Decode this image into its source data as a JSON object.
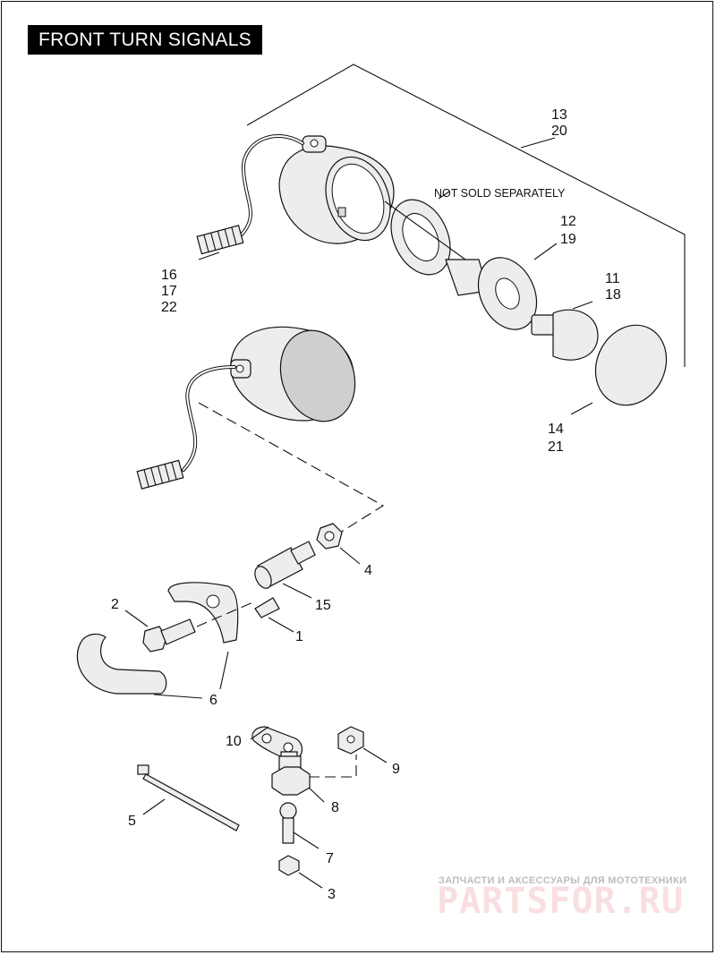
{
  "title": "FRONT TURN SIGNALS",
  "note": "NOT SOLD SEPARATELY",
  "callouts": {
    "c13": "13",
    "c20": "20",
    "c12": "12",
    "c19": "19",
    "c11": "11",
    "c18": "18",
    "c14": "14",
    "c21": "21",
    "c16": "16",
    "c17": "17",
    "c22": "22",
    "c4": "4",
    "c15": "15",
    "c2": "2",
    "c1": "1",
    "c6": "6",
    "c10": "10",
    "c9": "9",
    "c8": "8",
    "c5": "5",
    "c7": "7",
    "c3": "3"
  },
  "watermark": {
    "tagline": "ЗАПЧАСТИ И АКСЕССУАРЫ ДЛЯ МОТОТЕХНИКИ",
    "brand": "PARTSFOR.RU",
    "brand_color": "#e8505e"
  }
}
